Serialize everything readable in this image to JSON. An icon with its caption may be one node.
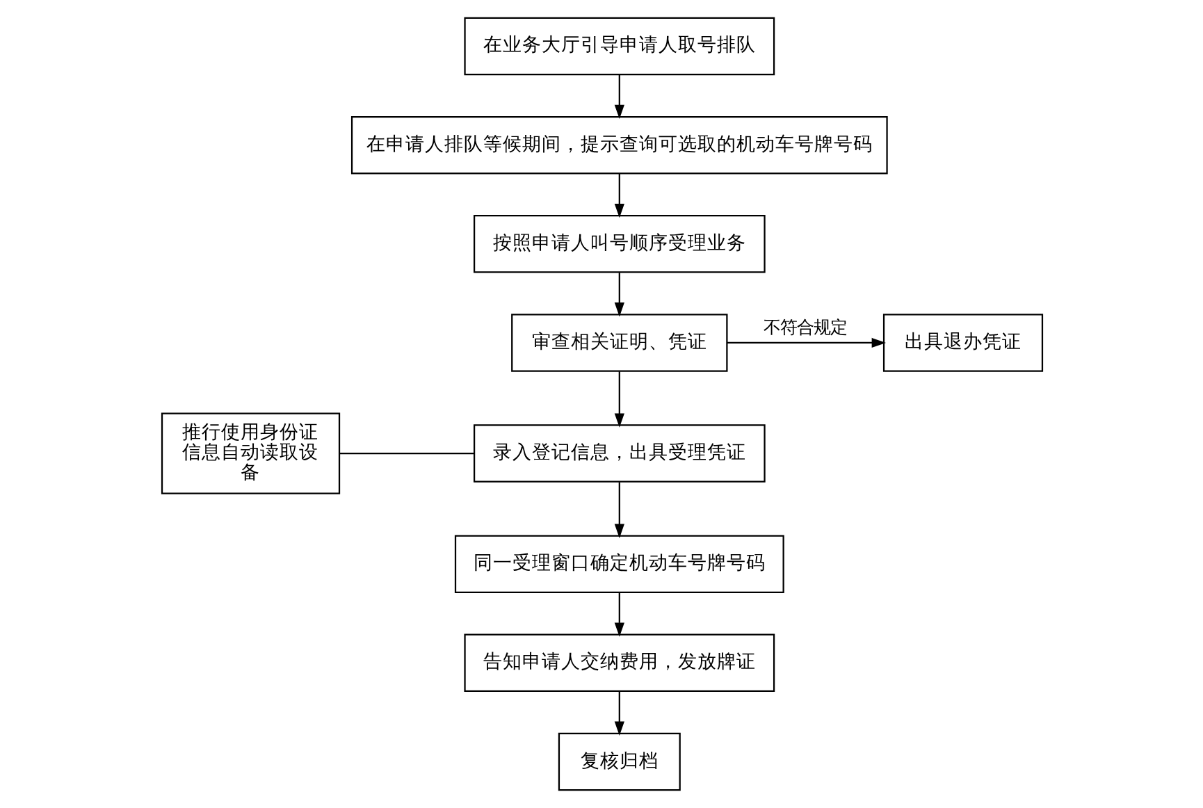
{
  "diagram": {
    "nodes": [
      {
        "text": [
          "在业务大厅引导申请人取号排队"
        ]
      },
      {
        "text": [
          "在申请人排队等候期间，提示查询可选取的机动车号牌号码"
        ]
      },
      {
        "text": [
          "按照申请人叫号顺序受理业务"
        ]
      },
      {
        "text": [
          "审查相关证明、凭证"
        ]
      },
      {
        "text": [
          "出具退办凭证"
        ]
      },
      {
        "text": [
          "推行使用身份证信息自动读取设备"
        ]
      },
      {
        "text": [
          "录入登记信息，出具受理凭证"
        ]
      },
      {
        "text": [
          "同一受理窗口确定机动车号牌号码"
        ]
      },
      {
        "text": [
          "告知申请人交纳费用，发放牌证"
        ]
      },
      {
        "text": [
          "复核归档"
        ]
      }
    ],
    "edges": [
      {
        "from": 0,
        "to": 1,
        "arrow": "to"
      },
      {
        "from": 1,
        "to": 2,
        "arrow": "to"
      },
      {
        "from": 2,
        "to": 3,
        "arrow": "to"
      },
      {
        "from": 3,
        "to": 4,
        "arrow": "to",
        "label": "不符合规定"
      },
      {
        "from": 3,
        "to": 6,
        "arrow": "to"
      },
      {
        "from": 5,
        "to": 6,
        "arrow": "none"
      },
      {
        "from": 6,
        "to": 7,
        "arrow": "to"
      },
      {
        "from": 7,
        "to": 8,
        "arrow": "to"
      },
      {
        "from": 8,
        "to": 9,
        "arrow": "to"
      }
    ]
  }
}
